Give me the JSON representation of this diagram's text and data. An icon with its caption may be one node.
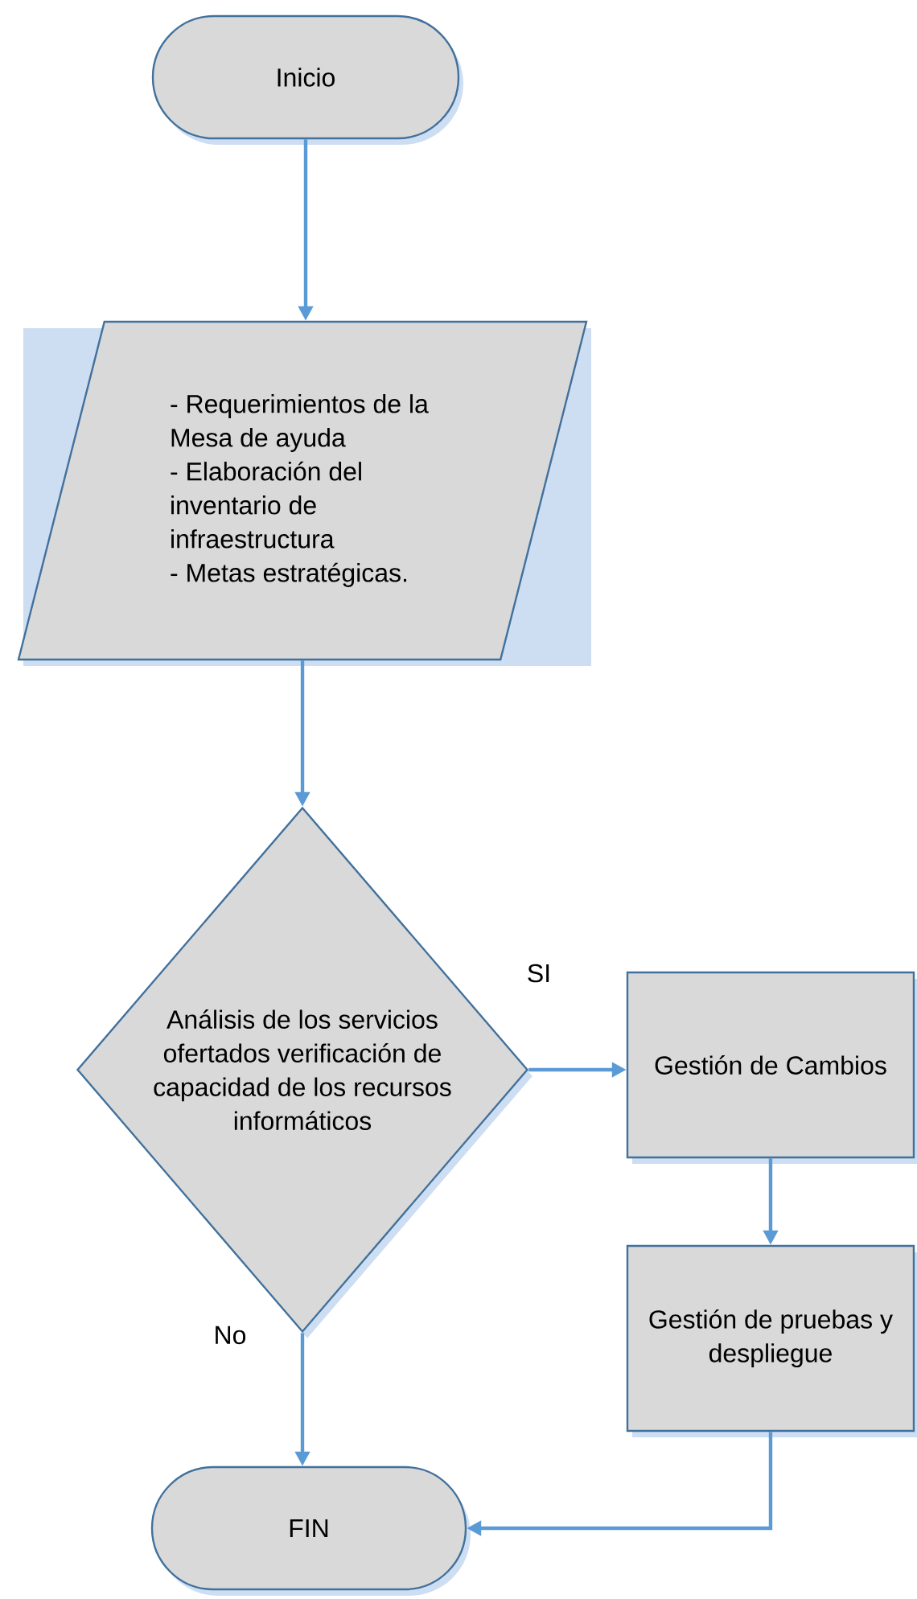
{
  "diagram": {
    "nodes": [
      {
        "text": [
          "Inicio"
        ]
      },
      {
        "text": [
          "- Requerimientos de la Mesa de ayuda",
          "- Elaboración del inventario de infraestructura",
          "- Metas estratégicas."
        ]
      },
      {
        "text": [
          "Análisis de los servicios ofertados verificación de capacidad de los recursos informáticos"
        ]
      },
      {
        "text": [
          "Gestión de Cambios"
        ]
      },
      {
        "text": [
          "Gestión de pruebas y despliegue"
        ]
      },
      {
        "text": [
          "FIN"
        ]
      }
    ],
    "edges": [
      {
        "from": 0,
        "to": 1,
        "arrow": "to"
      },
      {
        "from": 1,
        "to": 2,
        "arrow": "to"
      },
      {
        "from": 2,
        "to": 3,
        "arrow": "to",
        "label": "SI"
      },
      {
        "from": 3,
        "to": 4,
        "arrow": "to"
      },
      {
        "from": 4,
        "to": 5,
        "arrow": "to"
      },
      {
        "from": 2,
        "to": 5,
        "arrow": "to",
        "label": "No"
      }
    ]
  }
}
